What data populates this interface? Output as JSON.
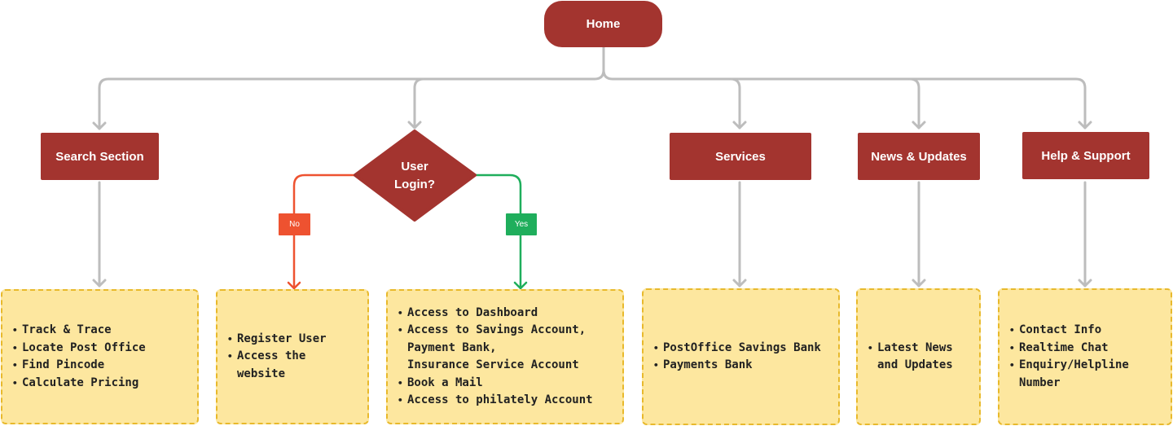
{
  "colors": {
    "node_fill": "#a3342f",
    "connector": "#bdbdbd",
    "no_branch": "#ee5230",
    "yes_branch": "#1fae5c",
    "note_fill": "#fde79f",
    "note_border": "#e8b92c"
  },
  "home": {
    "label": "Home"
  },
  "sections": {
    "search": {
      "label": "Search Section"
    },
    "login_decision": {
      "line1": "User",
      "line2": "Login?"
    },
    "services": {
      "label": "Services"
    },
    "news": {
      "label": "News & Updates"
    },
    "help": {
      "label": "Help & Support"
    }
  },
  "branches": {
    "no": "No",
    "yes": "Yes"
  },
  "notes": {
    "search": [
      "Track & Trace",
      "Locate Post Office",
      "Find Pincode",
      "Calculate Pricing"
    ],
    "register": [
      "Register User",
      "Access the\nwebsite"
    ],
    "logged_in": [
      "Access to Dashboard",
      "Access to Savings Account,\nPayment Bank,\nInsurance Service Account",
      "Book a Mail",
      "Access to philately Account"
    ],
    "services": [
      "PostOffice Savings Bank",
      "Payments Bank"
    ],
    "news": [
      "Latest News\nand Updates"
    ],
    "help": [
      "Contact Info",
      "Realtime Chat",
      "Enquiry/Helpline\nNumber"
    ]
  }
}
